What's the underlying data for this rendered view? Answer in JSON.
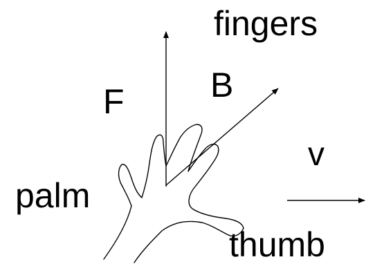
{
  "labels": {
    "fingers": "fingers",
    "magnetic_field": "B",
    "force": "F",
    "velocity": "v",
    "palm": "palm",
    "thumb": "thumb"
  },
  "colors": {
    "ink": "#000000",
    "background": "#ffffff"
  }
}
